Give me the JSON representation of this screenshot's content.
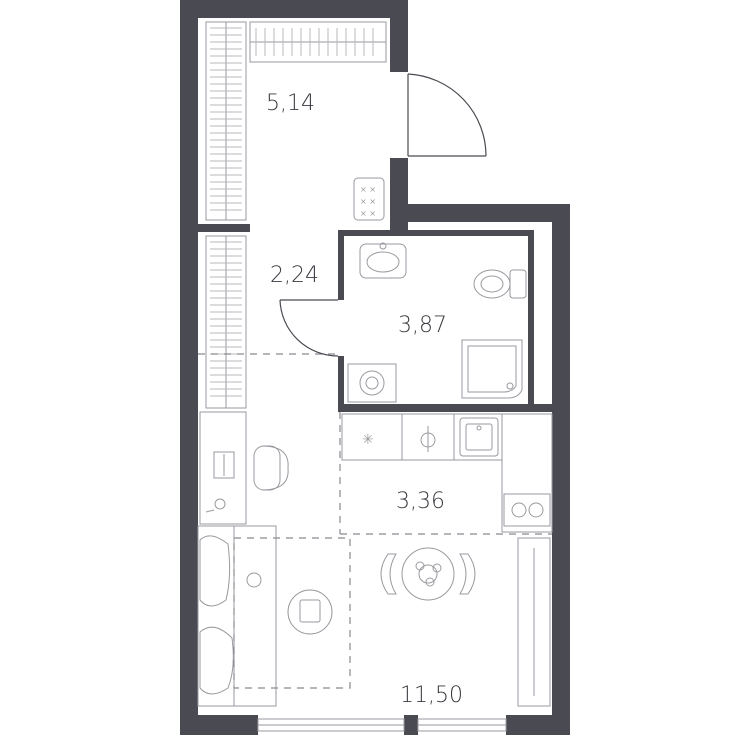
{
  "rooms": [
    {
      "id": "wardrobe",
      "area": "5,14"
    },
    {
      "id": "hall",
      "area": "2,24"
    },
    {
      "id": "bathroom",
      "area": "3,87"
    },
    {
      "id": "kitchen",
      "area": "3,36"
    },
    {
      "id": "living",
      "area": "11,50"
    }
  ],
  "colors": {
    "wall": "#4a4a52",
    "line": "#9a9aa0",
    "background": "#ffffff"
  }
}
